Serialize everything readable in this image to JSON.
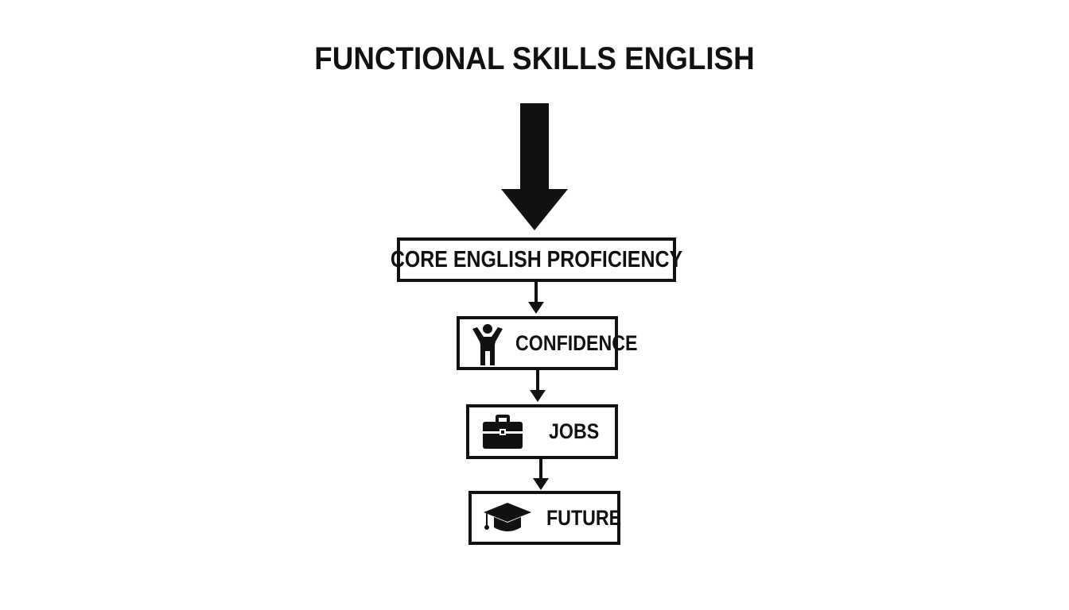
{
  "diagram": {
    "title": "FUNCTIONAL SKILLS ENGLISH",
    "steps": [
      {
        "label": "CORE ENGLISH PROFICIENCY",
        "icon": ""
      },
      {
        "label": "CONFIDENCE",
        "icon": "person-arms-raised-icon"
      },
      {
        "label": "JOBS",
        "icon": "briefcase-icon"
      },
      {
        "label": "FUTURE",
        "icon": "graduation-cap-icon"
      }
    ],
    "colors": {
      "ink": "#111111",
      "background": "#ffffff"
    }
  }
}
